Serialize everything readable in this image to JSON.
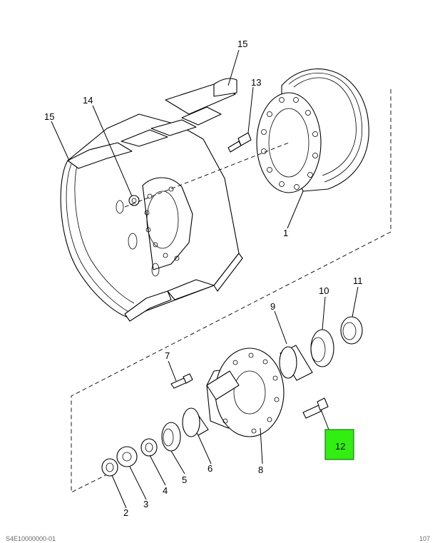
{
  "callouts": {
    "c1": "1",
    "c2": "2",
    "c3": "3",
    "c4": "4",
    "c5": "5",
    "c6": "6",
    "c7": "7",
    "c8": "8",
    "c9": "9",
    "c10": "10",
    "c11": "11",
    "c12": "12",
    "c13": "13",
    "c14": "14",
    "c15a": "15",
    "c15b": "15"
  },
  "highlight": {
    "label": "12",
    "color": "#33ee11"
  },
  "footer": {
    "left": "S4E10000000-01",
    "right": "107"
  }
}
